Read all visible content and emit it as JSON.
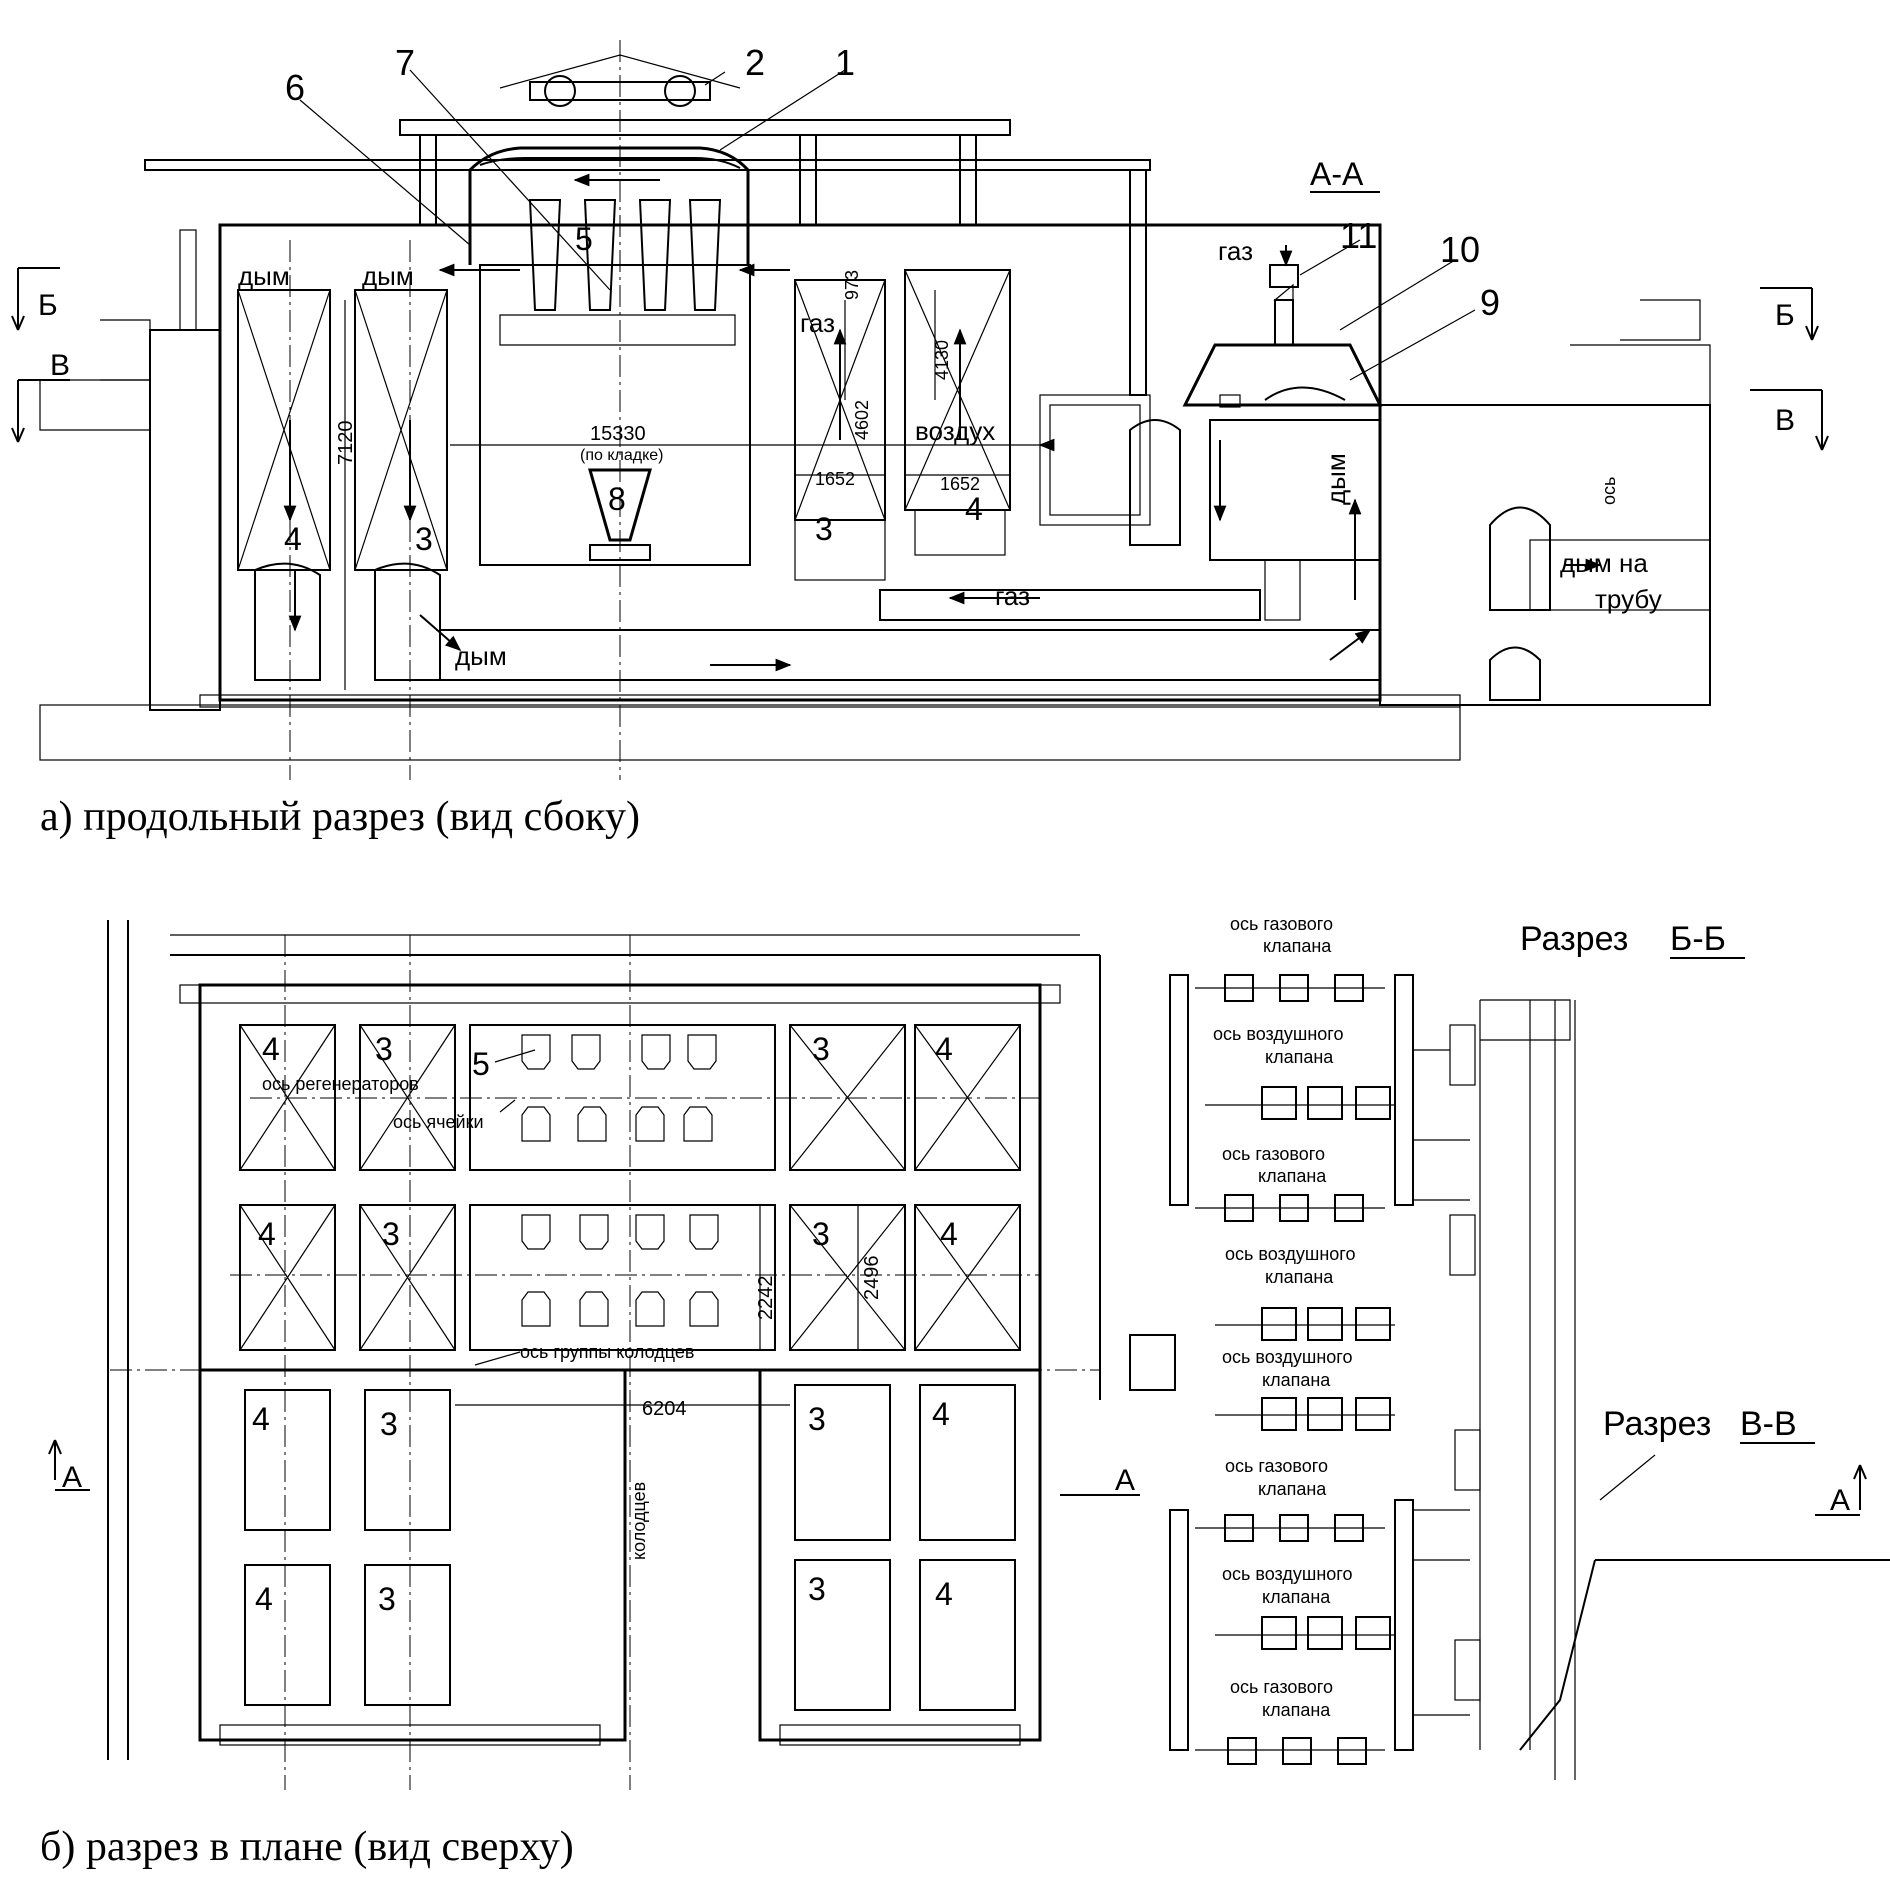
{
  "section_aa": {
    "title": "А-А",
    "callouts": [
      "1",
      "2",
      "6",
      "7",
      "9",
      "10",
      "11"
    ],
    "chamber_labels": {
      "left_outer": "4",
      "left_inner": "3",
      "cells": "5",
      "well": "8",
      "right_inner": "3",
      "right_outer": "4"
    },
    "flow_labels": {
      "smoke_left_1": "дым",
      "smoke_left_2": "дым",
      "smoke_bottom": "дым",
      "gas_upper": "газ",
      "air": "воздух",
      "gas_lower": "газ",
      "gas_inlet": "газ",
      "smoke_valve": "дым",
      "smoke_to_stack_1": "дым на",
      "smoke_to_stack_2": "трубу"
    },
    "dimensions": {
      "height_left": "7120",
      "length": "15330",
      "length_note": "(по кладке)",
      "d973": "973",
      "d4602": "4602",
      "d4130": "4130",
      "d1652_a": "1652",
      "d1652_b": "1652"
    },
    "section_marks": {
      "b_left": "Б",
      "v_left": "В",
      "b_right": "Б",
      "v_right": "В"
    },
    "caption": "а) продольный  разрез (вид сбоку)"
  },
  "plan": {
    "chamber_labels": {
      "r1": [
        "4",
        "3",
        "3",
        "4"
      ],
      "r2": [
        "4",
        "3",
        "3",
        "4"
      ],
      "r3": [
        "4",
        "3",
        "3",
        "4"
      ],
      "r4": [
        "4",
        "3",
        "3",
        "4"
      ],
      "cells": "5"
    },
    "axis_labels": {
      "regenerators": "ось регенераторов",
      "cell": "ось ячейки",
      "well_group": "ось группы колодцев",
      "wells_1": "ось",
      "wells_2": "колодцев"
    },
    "dimensions": {
      "d2242": "2242",
      "d2496": "2496",
      "d6204": "6204"
    },
    "section_marks": {
      "a_left": "А",
      "a_right_mid": "А",
      "a_right": "А"
    },
    "caption": "б) разрез в плане (вид сверху)"
  },
  "valve_panel": {
    "section_bb": "Разрез",
    "section_bb_mark": "Б-Б",
    "section_vv": "Разрез",
    "section_vv_mark": "В-В",
    "gas_axis_1": "ось газового",
    "gas_axis_2": "клапана",
    "air_axis_1": "ось воздушного",
    "air_axis_2": "клапана"
  }
}
